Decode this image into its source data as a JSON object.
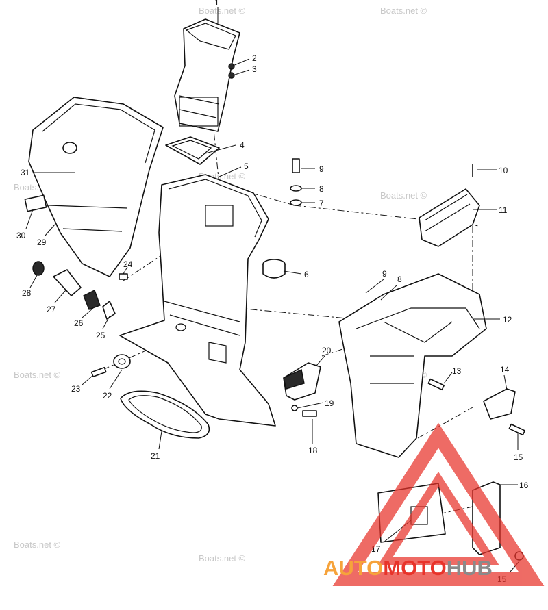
{
  "callouts": {
    "c1": "1",
    "c2": "2",
    "c3": "3",
    "c4": "4",
    "c5": "5",
    "c6": "6",
    "c7": "7",
    "c8a": "8",
    "c8b": "8",
    "c9a": "9",
    "c9b": "9",
    "c10": "10",
    "c11": "11",
    "c12": "12",
    "c13": "13",
    "c14": "14",
    "c15a": "15",
    "c15b": "15",
    "c16": "16",
    "c17": "17",
    "c18": "18",
    "c19": "19",
    "c20": "20",
    "c21": "21",
    "c22": "22",
    "c23": "23",
    "c24": "24",
    "c25": "25",
    "c26": "26",
    "c27": "27",
    "c28": "28",
    "c29": "29",
    "c30": "30",
    "c31": "31"
  },
  "watermark": {
    "text": "Boats.net ©"
  },
  "logo": {
    "part1": "AUTO",
    "part2": "MOTO",
    "part3": "HUB",
    "color_orange": "#f6a33b",
    "color_red": "#e8332a",
    "color_gray": "#8a8a8a"
  }
}
